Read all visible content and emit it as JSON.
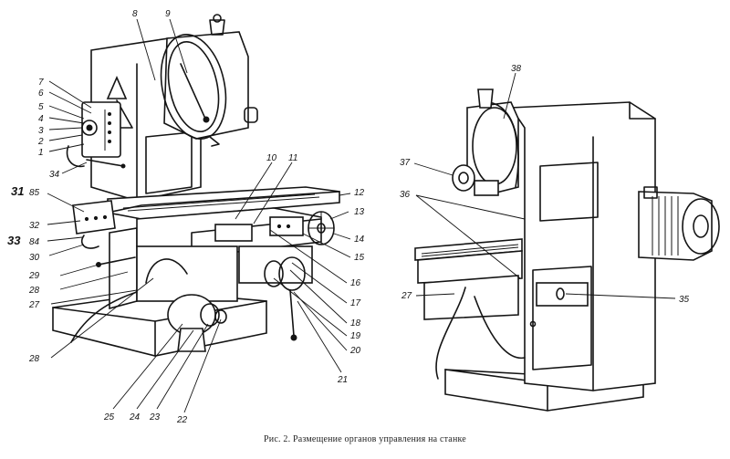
{
  "caption": "Рис. 2. Размещение органов управления на станке",
  "callouts": {
    "c1": "1",
    "c2": "2",
    "c3": "3",
    "c4": "4",
    "c5": "5",
    "c6": "6",
    "c7": "7",
    "c8": "8",
    "c9": "9",
    "c10": "10",
    "c11": "11",
    "c12": "12",
    "c13": "13",
    "c14": "14",
    "c15": "15",
    "c16": "16",
    "c17": "17",
    "c18": "18",
    "c19": "19",
    "c20": "20",
    "c21": "21",
    "c22": "22",
    "c23": "23",
    "c24": "24",
    "c25": "25",
    "c27": "27",
    "c28a": "28",
    "c28b": "28",
    "c29": "29",
    "c30": "30",
    "c31": "31",
    "c32": "32",
    "c33": "33",
    "c34": "34",
    "c35": "35",
    "c36": "36",
    "c37": "37",
    "c38": "38",
    "c27r": "27",
    "c85": "85",
    "c84": "84"
  }
}
